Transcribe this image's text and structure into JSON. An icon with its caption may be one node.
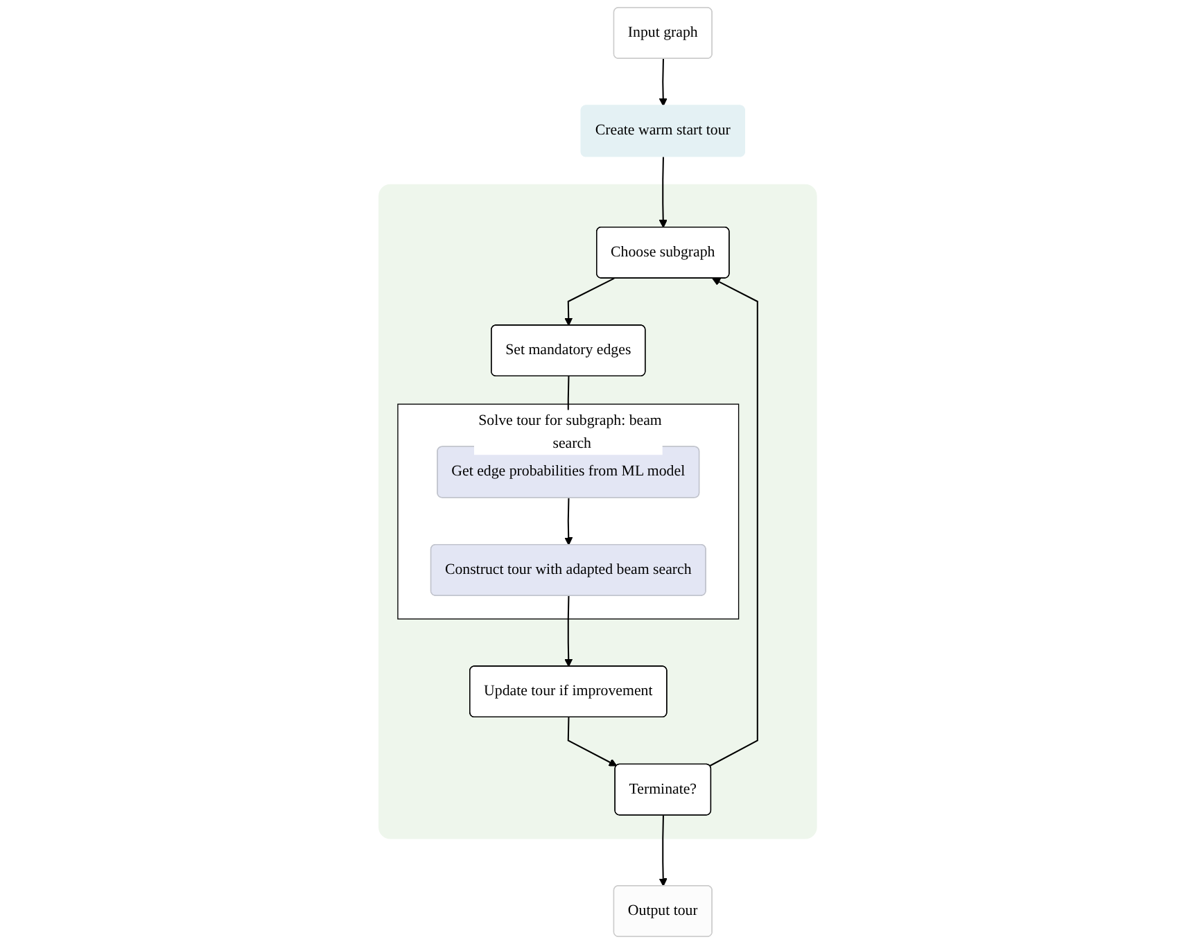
{
  "diagram": {
    "nodes": [
      {
        "text": [
          "Input graph"
        ]
      },
      {
        "text": [
          "Create warm start tour"
        ]
      },
      {
        "text": [
          "Output tour"
        ]
      },
      {
        "text": [],
        "shape": "box"
      },
      {
        "text": [
          "Choose subgraph"
        ],
        "in": 3
      },
      {
        "text": [
          "Terminate?"
        ],
        "in": 3
      },
      {
        "text": [
          "Set mandatory edges"
        ],
        "in": 3
      },
      {
        "text": [
          "Update tour if improvement"
        ],
        "in": 3
      },
      {
        "text": [
          "Solve tour for subgraph: beam search"
        ],
        "in": 3
      },
      {
        "text": [
          "Get edge probabilities from ML model"
        ],
        "in": 8
      },
      {
        "text": [
          "Construct tour with adapted beam search"
        ],
        "in": 8
      }
    ],
    "edges": [
      {
        "from": 0,
        "to": 1,
        "arrow": "to"
      },
      {
        "from": 1,
        "to": 4,
        "arrow": "to"
      },
      {
        "from": 4,
        "to": 6,
        "arrow": "to"
      },
      {
        "from": 6,
        "to": 9,
        "arrow": "to"
      },
      {
        "from": 9,
        "to": 10,
        "arrow": "to"
      },
      {
        "from": 10,
        "to": 7,
        "arrow": "to"
      },
      {
        "from": 7,
        "to": 5,
        "arrow": "to"
      },
      {
        "from": 5,
        "to": 4,
        "arrow": "to"
      },
      {
        "from": 5,
        "to": 2,
        "arrow": "to"
      }
    ]
  }
}
